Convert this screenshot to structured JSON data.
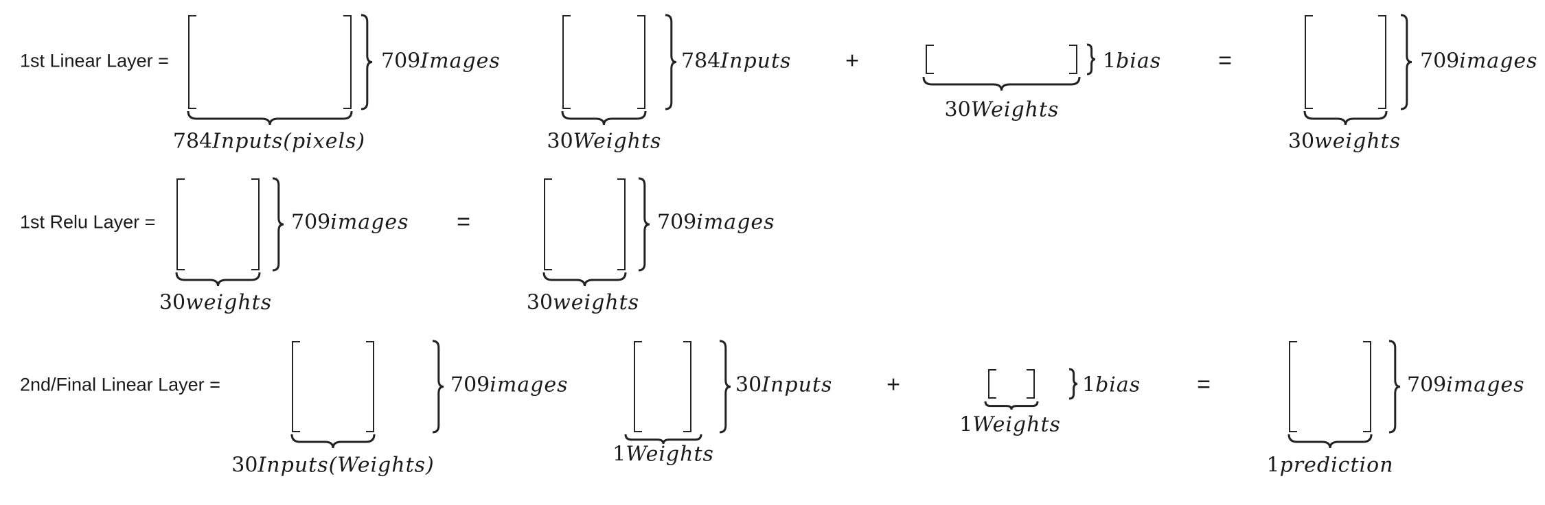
{
  "rows": [
    {
      "label": "1st Linear Layer =",
      "terms": [
        {
          "side": {
            "num": "709",
            "word": "Images"
          },
          "under": {
            "num": "784",
            "word": "Inputs(pixels)"
          }
        },
        {
          "side": {
            "num": "784",
            "word": "Inputs"
          },
          "under": {
            "num": "30",
            "word": "Weights"
          }
        },
        {
          "side": {
            "num": "1",
            "word": "bias"
          },
          "under": {
            "num": "30",
            "word": "Weights"
          }
        },
        {
          "side": {
            "num": "709",
            "word": "images"
          },
          "under": {
            "num": "30",
            "word": "weights"
          }
        }
      ],
      "ops": [
        "+",
        "="
      ]
    },
    {
      "label": "1st Relu Layer =",
      "terms": [
        {
          "side": {
            "num": "709",
            "word": "images"
          },
          "under": {
            "num": "30",
            "word": "weights"
          }
        },
        {
          "side": {
            "num": "709",
            "word": "images"
          },
          "under": {
            "num": "30",
            "word": "weights"
          }
        }
      ],
      "ops": [
        "="
      ]
    },
    {
      "label": "2nd/Final Linear Layer =",
      "terms": [
        {
          "side": {
            "num": "709",
            "word": "images"
          },
          "under": {
            "num": "30",
            "word": "Inputs(Weights)"
          }
        },
        {
          "side": {
            "num": "30",
            "word": "Inputs"
          },
          "under": {
            "num": "1",
            "word": "Weights"
          }
        },
        {
          "side": {
            "num": "1",
            "word": "bias"
          },
          "under": {
            "num": "1",
            "word": "Weights"
          }
        },
        {
          "side": {
            "num": "709",
            "word": "images"
          },
          "under": {
            "num": "1",
            "word": "prediction"
          }
        }
      ],
      "ops": [
        "+",
        "="
      ]
    }
  ]
}
